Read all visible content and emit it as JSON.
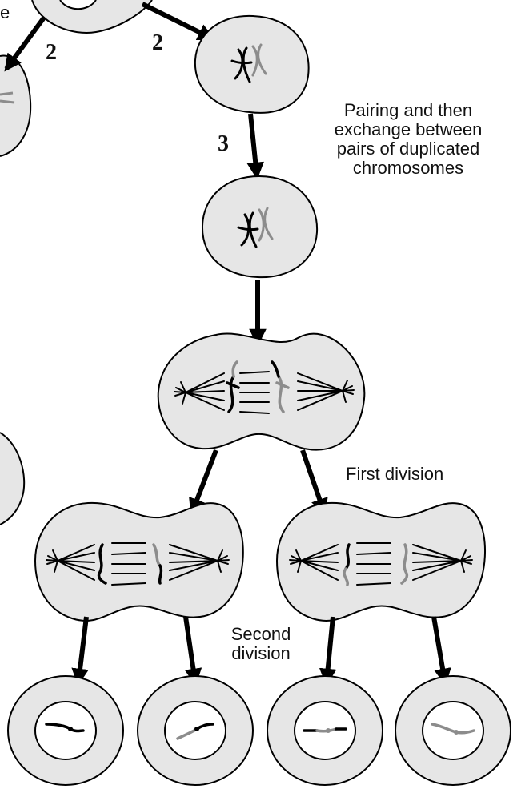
{
  "labels": {
    "pairing": [
      "Pairing and then",
      "exchange between",
      "pairs of duplicated",
      "chromosomes"
    ],
    "first_division": "First division",
    "second_division": [
      "Second",
      "division"
    ],
    "partial_left": "e"
  },
  "step_numbers": {
    "left": "2",
    "right": "2",
    "pairing": "3"
  },
  "colors": {
    "cell_fill": "#e6e6e6",
    "outline": "#000000",
    "chromosome_dark": "#000000",
    "chromosome_light": "#8c8c8c"
  }
}
